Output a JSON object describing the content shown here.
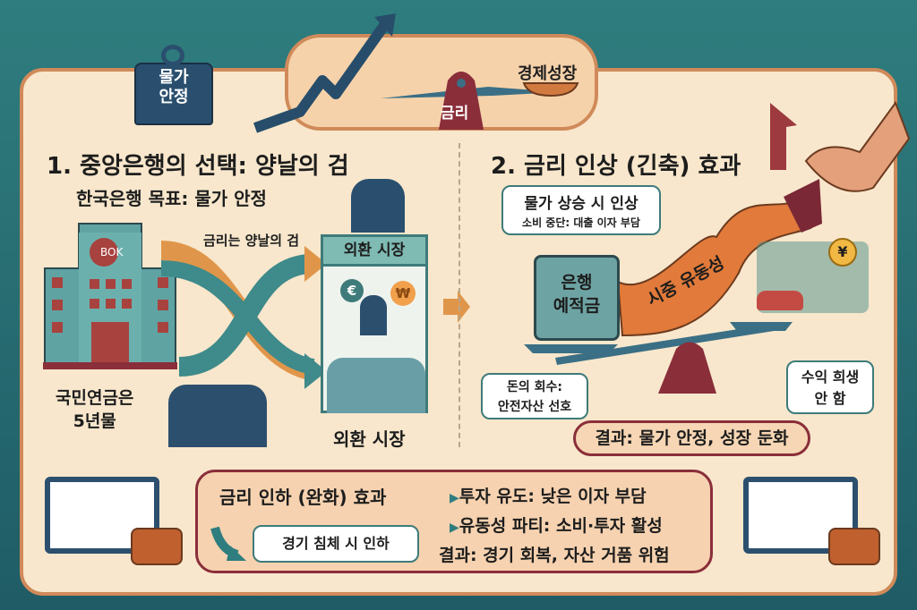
{
  "top": {
    "weight_label": "물가\n안정",
    "scale_pivot_label": "금리",
    "scale_pan_label": "경제성장"
  },
  "section1": {
    "title": "1. 중앙은행의 선택: 양날의 검",
    "subtitle": "한국은행 목표: 물가 안정",
    "bank_logo": "BOK",
    "arrow_label": "금리는 양날의 검",
    "booth_sign": "외환 시장",
    "bottom_right_label": "외환 시장",
    "pension_label": "국민연금은\n5년물",
    "currency_icons": [
      "€",
      "₩"
    ]
  },
  "section2": {
    "title": "2. 금리 인상 (긴축) 효과",
    "bubble_main": "물가 상승 시 인상",
    "bubble_sub": "소비 중단: 대출 이자 부담",
    "safe_label": "은행\n예적금",
    "banner_label": "시중 유동성",
    "left_note": "돈의 회수:\n안전자산 선호",
    "right_note": "수익 희생\n안 함",
    "result": "결과: 물가 안정, 성장 둔화",
    "coin_symbol": "¥"
  },
  "section3": {
    "title": "금리 인하 (완화) 효과",
    "box_label": "경기 침체 시 인하",
    "bullets": [
      "투자 유도: 낮은 이자 부담",
      "유동성 파티: 소비·투자 활성"
    ],
    "result": "결과: 경기 회복, 자산 거품 위험"
  },
  "colors": {
    "teal": "#2f7d7e",
    "cream": "#f8e7cc",
    "maroon": "#8a2e3a",
    "orange": "#d98a45",
    "navy": "#274d6a"
  }
}
